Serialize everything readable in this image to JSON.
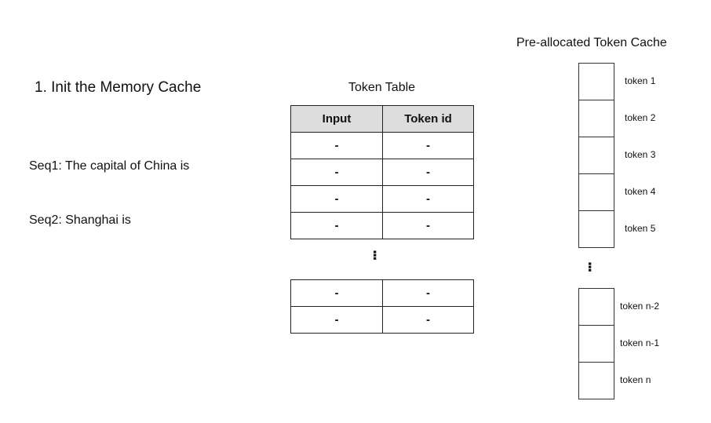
{
  "step_title": "1. Init the Memory Cache",
  "sequences": [
    "Seq1: The capital of China is",
    "Seq2: Shanghai is"
  ],
  "token_table": {
    "title": "Token Table",
    "headers": [
      "Input",
      "Token id"
    ],
    "rows_top": [
      [
        "-",
        "-"
      ],
      [
        "-",
        "-"
      ],
      [
        "-",
        "-"
      ],
      [
        "-",
        "-"
      ]
    ],
    "ellipsis": "...",
    "rows_bottom": [
      [
        "-",
        "-"
      ],
      [
        "-",
        "-"
      ]
    ]
  },
  "token_cache": {
    "title": "Pre-allocated Token Cache",
    "slots_top": [
      "token 1",
      "token 2",
      "token 3",
      "token 4",
      "token 5"
    ],
    "ellipsis": "...",
    "slots_bottom": [
      "token n-2",
      "token n-1",
      "token n"
    ]
  }
}
